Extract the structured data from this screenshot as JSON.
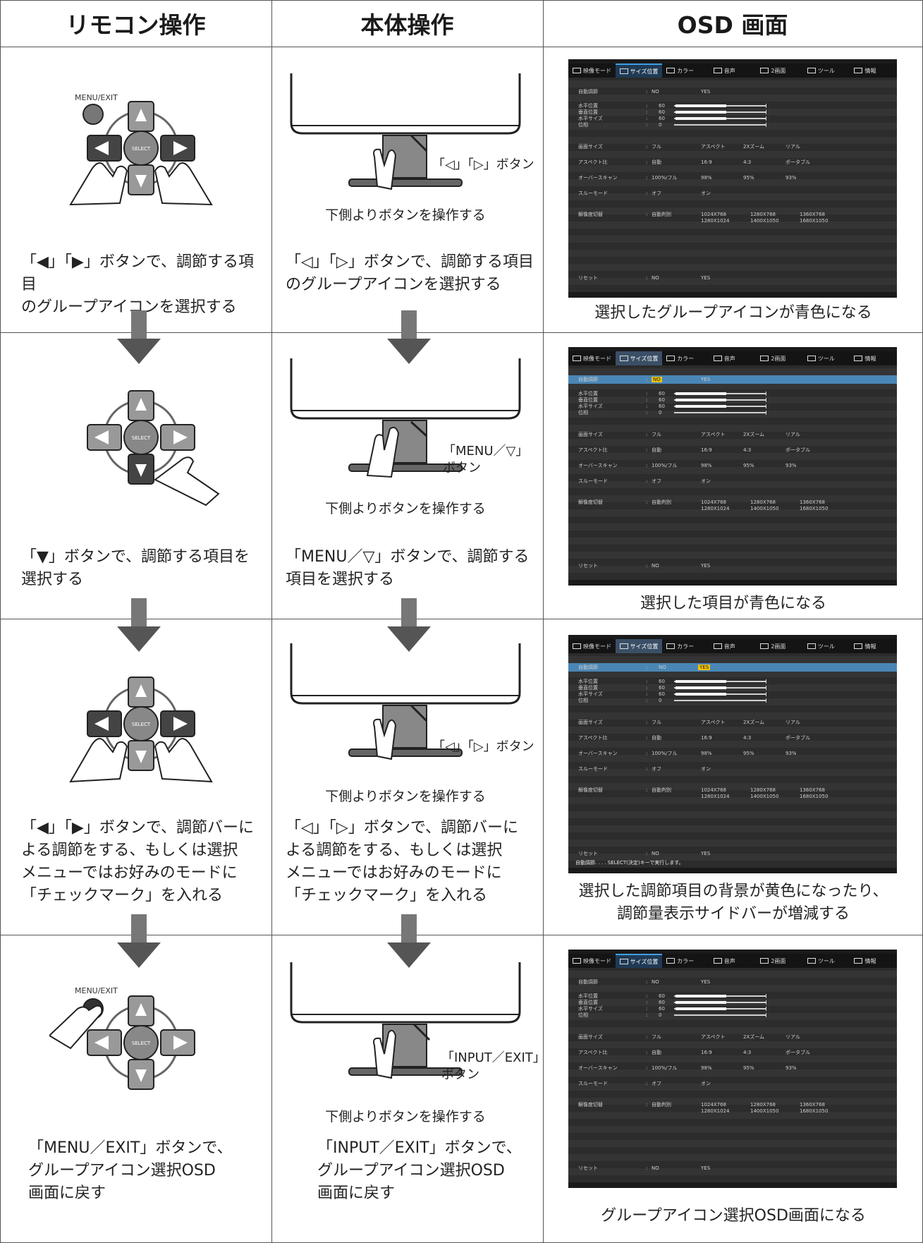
{
  "headers": [
    "リモコン操作",
    "本体操作",
    "OSD 画面"
  ],
  "bottom_label": "下側よりボタンを操作する",
  "remote": {
    "menu_exit": "MENU/EXIT",
    "select": "SELECT"
  },
  "steps": [
    {
      "remote_desc": "「◀」「▶」ボタンで、調節する項目\nのグループアイコンを選択する",
      "unit_button": "「◁」「▷」ボタン",
      "unit_desc": "「◁」「▷」ボタンで、調節する項目\nのグループアイコンを選択する",
      "result": "選択したグループアイコンが青色になる"
    },
    {
      "remote_desc": "「▼」ボタンで、調節する項目を\n選択する",
      "unit_button": "「MENU／▽」\nボタン",
      "unit_desc": "「MENU／▽」ボタンで、調節する\n項目を選択する",
      "result": "選択した項目が青色になる"
    },
    {
      "remote_desc": "「◀」「▶」ボタンで、調節バーに\nよる調節をする、もしくは選択\nメニューではお好みのモードに\n「チェックマーク」を入れる",
      "unit_button": "「◁」「▷」ボタン",
      "unit_desc": "「◁」「▷」ボタンで、調節バーに\nよる調節をする、もしくは選択\nメニューではお好みのモードに\n「チェックマーク」を入れる",
      "result": "選択した調節項目の背景が黄色になったり、\n調節量表示サイドバーが増減する"
    },
    {
      "remote_desc": "「MENU／EXIT」ボタンで、\nグループアイコン選択OSD\n画面に戻す",
      "unit_button": "「INPUT／EXIT」\nボタン",
      "unit_desc": "「INPUT／EXIT」ボタンで、\nグループアイコン選択OSD\n画面に戻す",
      "result": "グループアイコン選択OSD画面になる"
    }
  ],
  "osd": {
    "tabs": [
      "映像モード",
      "サイズ位置",
      "カラー",
      "音声",
      "2画面",
      "ツール",
      "情報"
    ],
    "rows": {
      "auto": "自動調節",
      "h_pos": "水平位置",
      "v_pos": "垂直位置",
      "h_size": "水平サイズ",
      "phase": "位相",
      "screen_size": "画面サイズ",
      "aspect": "アスペクト比",
      "overscan": "オーバースキャン",
      "through": "スルーモード",
      "resolution": "解像度切替",
      "reset": "リセット"
    },
    "values": {
      "no": "NO",
      "yes": "YES",
      "v60": "60",
      "v0": "0",
      "full": "フル",
      "aspect_opt": "アスペクト",
      "zoom2": "2Xズーム",
      "real": "リアル",
      "auto": "自動",
      "r169": "16:9",
      "r43": "4:3",
      "portable": "ポータブル",
      "os100": "100%/フル",
      "os98": "98%",
      "os95": "95%",
      "os93": "93%",
      "off": "オフ",
      "on": "オン",
      "res_auto": "自動判別",
      "res1": "1024X768",
      "res2": "1280X768",
      "res3": "1360X768",
      "res4": "1280X1024",
      "res5": "1400X1050",
      "res6": "1680X1050"
    },
    "footer": "自動調節. . . . SELECT(決定)キーで実行します。"
  }
}
